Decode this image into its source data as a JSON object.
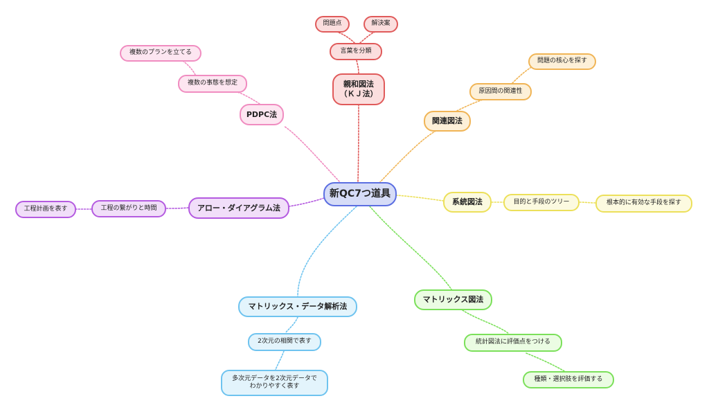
{
  "root": {
    "label": "新QC7つ道具"
  },
  "colors": {
    "red": {
      "border": "#e05a5a",
      "fill": "#fbdede",
      "line": "#e05a5a"
    },
    "orange": {
      "border": "#f0b455",
      "fill": "#fdf0d8",
      "line": "#f0b455"
    },
    "yellow": {
      "border": "#ece05a",
      "fill": "#fcfae0",
      "line": "#ece05a"
    },
    "green": {
      "border": "#7be05a",
      "fill": "#ebfce3",
      "line": "#7be05a"
    },
    "blue": {
      "border": "#6ec3ef",
      "fill": "#e3f4fc",
      "line": "#6ec3ef"
    },
    "purple": {
      "border": "#b45ae0",
      "fill": "#f1def9",
      "line": "#b45ae0"
    },
    "pink": {
      "border": "#f08cc0",
      "fill": "#fde6f1",
      "line": "#f08cc0"
    }
  },
  "branches": {
    "kj": {
      "label": "親和図法\n（ＫＪ法）",
      "child": "言葉を分類",
      "grandchildren": [
        "問題点",
        "解決案"
      ]
    },
    "kanren": {
      "label": "関連図法",
      "child": "原因間の関連性",
      "grandchild": "問題の核心を探す"
    },
    "keitou": {
      "label": "系統図法",
      "child": "目的と手段のツリー",
      "grandchild": "根本的に有効な手段を探す"
    },
    "matrix": {
      "label": "マトリックス図法",
      "child": "統計図法に評価点をつける",
      "grandchild": "種類・選択肢を評価する"
    },
    "matrixdata": {
      "label": "マトリックス・データ解析法",
      "child": "2次元の相関で表す",
      "grandchild": "多次元データを2次元データで\nわかりやすく表す"
    },
    "arrow": {
      "label": "アロー・ダイアグラム法",
      "child": "工程の繋がりと時間",
      "grandchild": "工程計画を表す"
    },
    "pdpc": {
      "label": "PDPC法",
      "child": "複数の事態を想定",
      "grandchild": "複数のプランを立てる"
    }
  }
}
